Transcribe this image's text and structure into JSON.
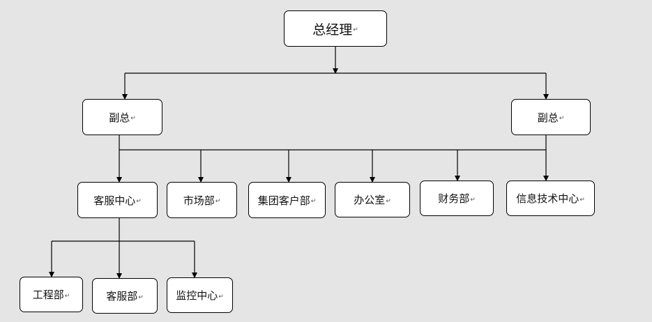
{
  "org_chart": {
    "paragraph_mark": "↵",
    "root": {
      "label": "总经理"
    },
    "deputies": [
      {
        "label": "副总"
      },
      {
        "label": "副总"
      }
    ],
    "departments": [
      {
        "label": "客服中心"
      },
      {
        "label": "市场部"
      },
      {
        "label": "集团客户部"
      },
      {
        "label": "办公室"
      },
      {
        "label": "财务部"
      },
      {
        "label": "信息技术中心"
      }
    ],
    "sub_departments": [
      {
        "label": "工程部"
      },
      {
        "label": "客服部"
      },
      {
        "label": "监控中心"
      }
    ]
  }
}
